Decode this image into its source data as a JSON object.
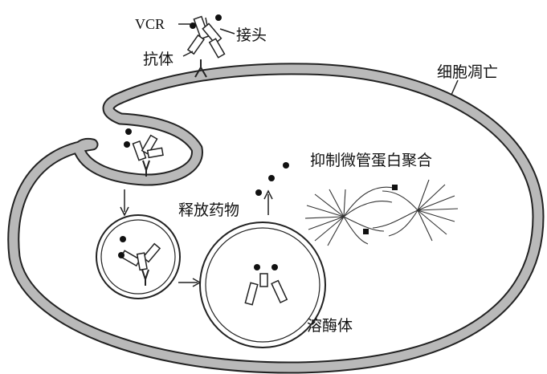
{
  "labels": {
    "vcr": "VCR",
    "linker": "接头",
    "antibody": "抗体",
    "apoptosis": "细胞凋亡",
    "inhibit_tubulin": "抑制微管蛋白聚合",
    "release_drug": "释放药物",
    "lysosome": "溶酶体"
  },
  "colors": {
    "membrane_fill": "#b9b9b9",
    "stroke": "#222222",
    "background": "#ffffff"
  }
}
